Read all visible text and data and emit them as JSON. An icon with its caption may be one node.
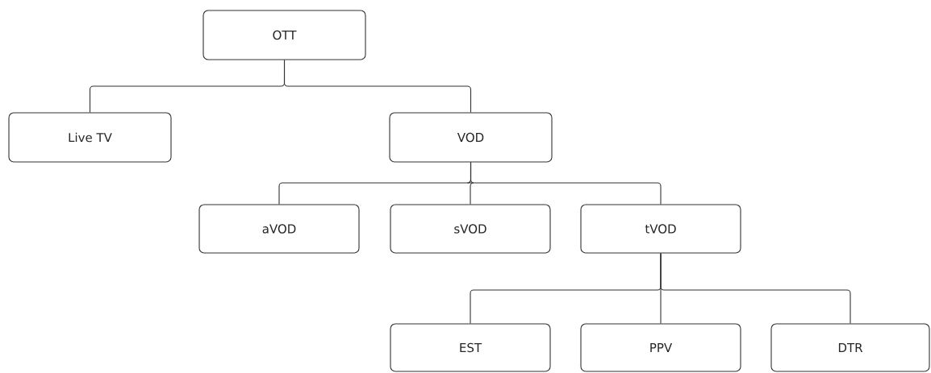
{
  "diagram": {
    "nodes": [
      {
        "text": [
          "OTT"
        ]
      },
      {
        "text": [
          "Live TV"
        ]
      },
      {
        "text": [
          "VOD"
        ]
      },
      {
        "text": [
          "aVOD"
        ]
      },
      {
        "text": [
          "sVOD"
        ]
      },
      {
        "text": [
          "tVOD"
        ]
      },
      {
        "text": [
          "EST"
        ]
      },
      {
        "text": [
          "PPV"
        ]
      },
      {
        "text": [
          "DTR"
        ]
      }
    ],
    "edges": [
      {
        "from": 0,
        "to": 1,
        "arrow": "none"
      },
      {
        "from": 0,
        "to": 2,
        "arrow": "none"
      },
      {
        "from": 2,
        "to": 3,
        "arrow": "none"
      },
      {
        "from": 2,
        "to": 4,
        "arrow": "none"
      },
      {
        "from": 2,
        "to": 5,
        "arrow": "none"
      },
      {
        "from": 5,
        "to": 6,
        "arrow": "none"
      },
      {
        "from": 5,
        "to": 7,
        "arrow": "none"
      },
      {
        "from": 5,
        "to": 8,
        "arrow": "none"
      }
    ]
  }
}
